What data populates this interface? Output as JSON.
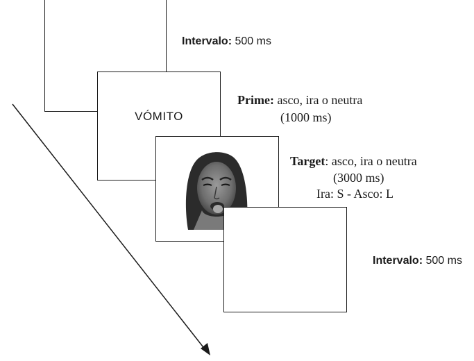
{
  "steps": [
    {
      "label": "Intervalo:",
      "detail": "500 ms"
    },
    {
      "label": "Prime:",
      "detail": "asco, ira o neutra",
      "duration": "(1000 ms)"
    },
    {
      "label": "Target",
      "detail": ": asco, ira o neutra",
      "duration": "(3000 ms)",
      "keys": "Ira: S - Asco: L"
    },
    {
      "label": "Intervalo:",
      "detail": "500 ms"
    }
  ],
  "prime_word": "VÓMITO",
  "target_image": "grayscale-face-photo-disgust",
  "colors": {
    "line": "#1a1a1a",
    "background": "#ffffff"
  }
}
